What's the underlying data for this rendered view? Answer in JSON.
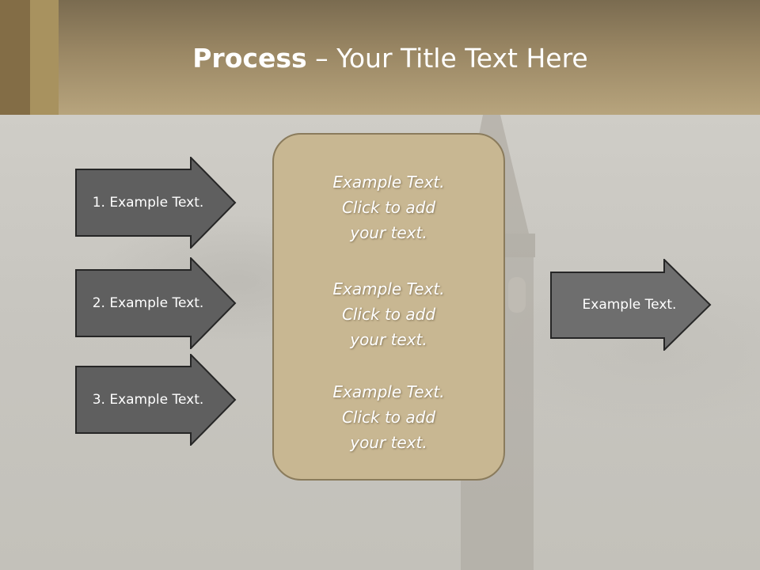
{
  "title": {
    "bold": "Process",
    "rest": " – Your Title Text Here"
  },
  "left_arrows": [
    {
      "label": "1. Example Text."
    },
    {
      "label": "2. Example Text."
    },
    {
      "label": "3. Example Text."
    }
  ],
  "center_box": {
    "blocks": [
      {
        "line1": "Example Text.",
        "line2": "Click  to add",
        "line3": "your text."
      },
      {
        "line1": "Example Text.",
        "line2": "Click  to add",
        "line3": "your text."
      },
      {
        "line1": "Example Text.",
        "line2": "Click  to add",
        "line3": "your text."
      }
    ]
  },
  "right_arrow": {
    "label": "Example Text."
  },
  "colors": {
    "header": "#b7a47d",
    "arrow_fill": "#5f5f5f",
    "right_arrow_fill": "#6e6e6e",
    "box_fill": "#c8b792"
  }
}
